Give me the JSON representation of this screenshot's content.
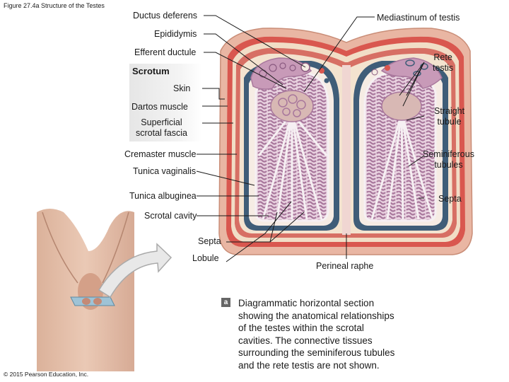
{
  "figure_title": "Figure 27.4a Structure of the Testes",
  "labels": {
    "ductus_deferens": "Ductus deferens",
    "mediastinum": "Mediastinum of testis",
    "epididymis": "Epididymis",
    "efferent_ductule": "Efferent ductule",
    "rete_testis": "Rete\ntestis",
    "scrotum": "Scrotum",
    "skin": "Skin",
    "dartos": "Dartos muscle",
    "superficial_fascia": "Superficial\nscrotal fascia",
    "straight_tubule": "Straight\ntubule",
    "cremaster": "Cremaster muscle",
    "seminiferous": "Seminiferous\ntubules",
    "tunica_vaginalis": "Tunica vaginalis",
    "tunica_albuginea": "Tunica albuginea",
    "septa_right": "Septa",
    "scrotal_cavity": "Scrotal cavity",
    "septa_bottom": "Septa",
    "lobule": "Lobule",
    "perineal_raphe": "Perineal raphe"
  },
  "caption_letter": "a",
  "caption": "Diagrammatic horizontal section\nshowing the anatomical relationships\nof the testes within the scrotal\ncavities. The connective tissues\nsurrounding the seminiferous tubules\nand the rete testis are not shown.",
  "copyright": "© 2015 Pearson Education, Inc.",
  "colors": {
    "skin_outer": "#e9b6a3",
    "dartos_red": "#d9574f",
    "tunica_blue": "#3f5d78",
    "tubule_purple": "#a8779c",
    "tubule_light": "#e9d2e0",
    "fascia_tan": "#f1ddc6"
  }
}
